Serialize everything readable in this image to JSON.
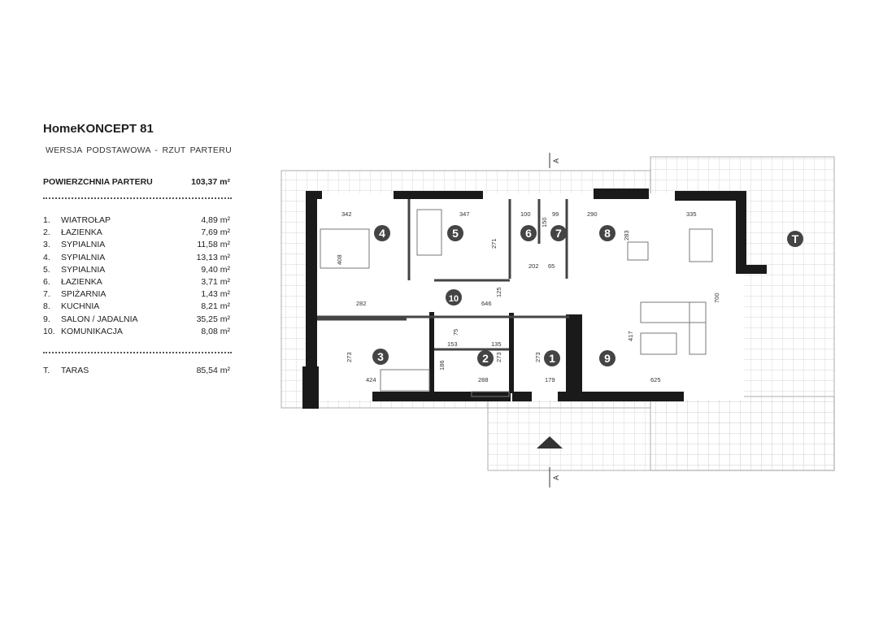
{
  "header": {
    "title": "HomeKONCEPT 81",
    "subtitle": "WERSJA  PODSTAWOWA  -  RZUT PARTERU"
  },
  "area_total": {
    "label": "POWIERZCHNIA PARTERU",
    "value": "103,37 m²"
  },
  "rooms": [
    {
      "num": "1.",
      "name": "WIATROŁAP",
      "area": "4,89 m²"
    },
    {
      "num": "2.",
      "name": "ŁAZIENKA",
      "area": "7,69 m²"
    },
    {
      "num": "3.",
      "name": "SYPIALNIA",
      "area": "11,58 m²"
    },
    {
      "num": "4.",
      "name": "SYPIALNIA",
      "area": "13,13 m²"
    },
    {
      "num": "5.",
      "name": "SYPIALNIA",
      "area": "9,40 m²"
    },
    {
      "num": "6.",
      "name": "ŁAZIENKA",
      "area": "3,71 m²"
    },
    {
      "num": "7.",
      "name": "SPIŻARNIA",
      "area": "1,43 m²"
    },
    {
      "num": "8.",
      "name": "KUCHNIA",
      "area": "8,21 m²"
    },
    {
      "num": "9.",
      "name": "SALON / JADALNIA",
      "area": "35,25 m²"
    },
    {
      "num": "10.",
      "name": "KOMUNIKACJA",
      "area": "8,08 m²"
    }
  ],
  "terrace": {
    "num": "T.",
    "name": "TARAS",
    "area": "85,54 m²"
  },
  "plan": {
    "section_mark": "A",
    "room_labels": [
      "1",
      "2",
      "3",
      "4",
      "5",
      "6",
      "7",
      "8",
      "9",
      "10",
      "T"
    ],
    "dimensions": [
      "342",
      "347",
      "100",
      "99",
      "290",
      "335",
      "408",
      "283",
      "700",
      "271",
      "202",
      "282",
      "646",
      "125",
      "417",
      "75",
      "153",
      "135",
      "273",
      "273",
      "273",
      "186",
      "424",
      "288",
      "179",
      "625",
      "150",
      "65"
    ]
  }
}
